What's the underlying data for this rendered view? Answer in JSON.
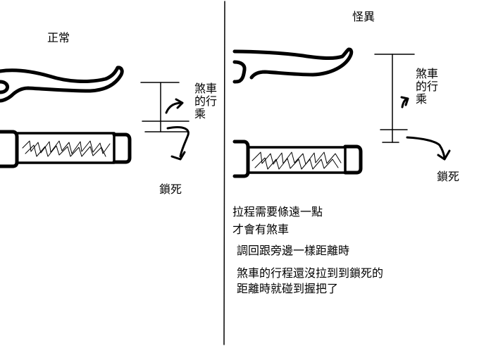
{
  "left_panel": {
    "title": "正常",
    "brake_travel_label": "煞車\n的行\n乘",
    "lock_label": "鎖死"
  },
  "right_panel": {
    "title": "怪異",
    "brake_travel_label": "煞車\n的行\n乘",
    "lock_label": "鎖死",
    "notes": [
      "拉程需要條遠一點",
      "才會有煞車",
      "調回跟旁邊一樣距離時",
      "煞車的行程還沒拉到到鎖死的",
      "距離時就碰到握把了"
    ]
  },
  "colors": {
    "ink": "#000000",
    "background": "#ffffff"
  }
}
